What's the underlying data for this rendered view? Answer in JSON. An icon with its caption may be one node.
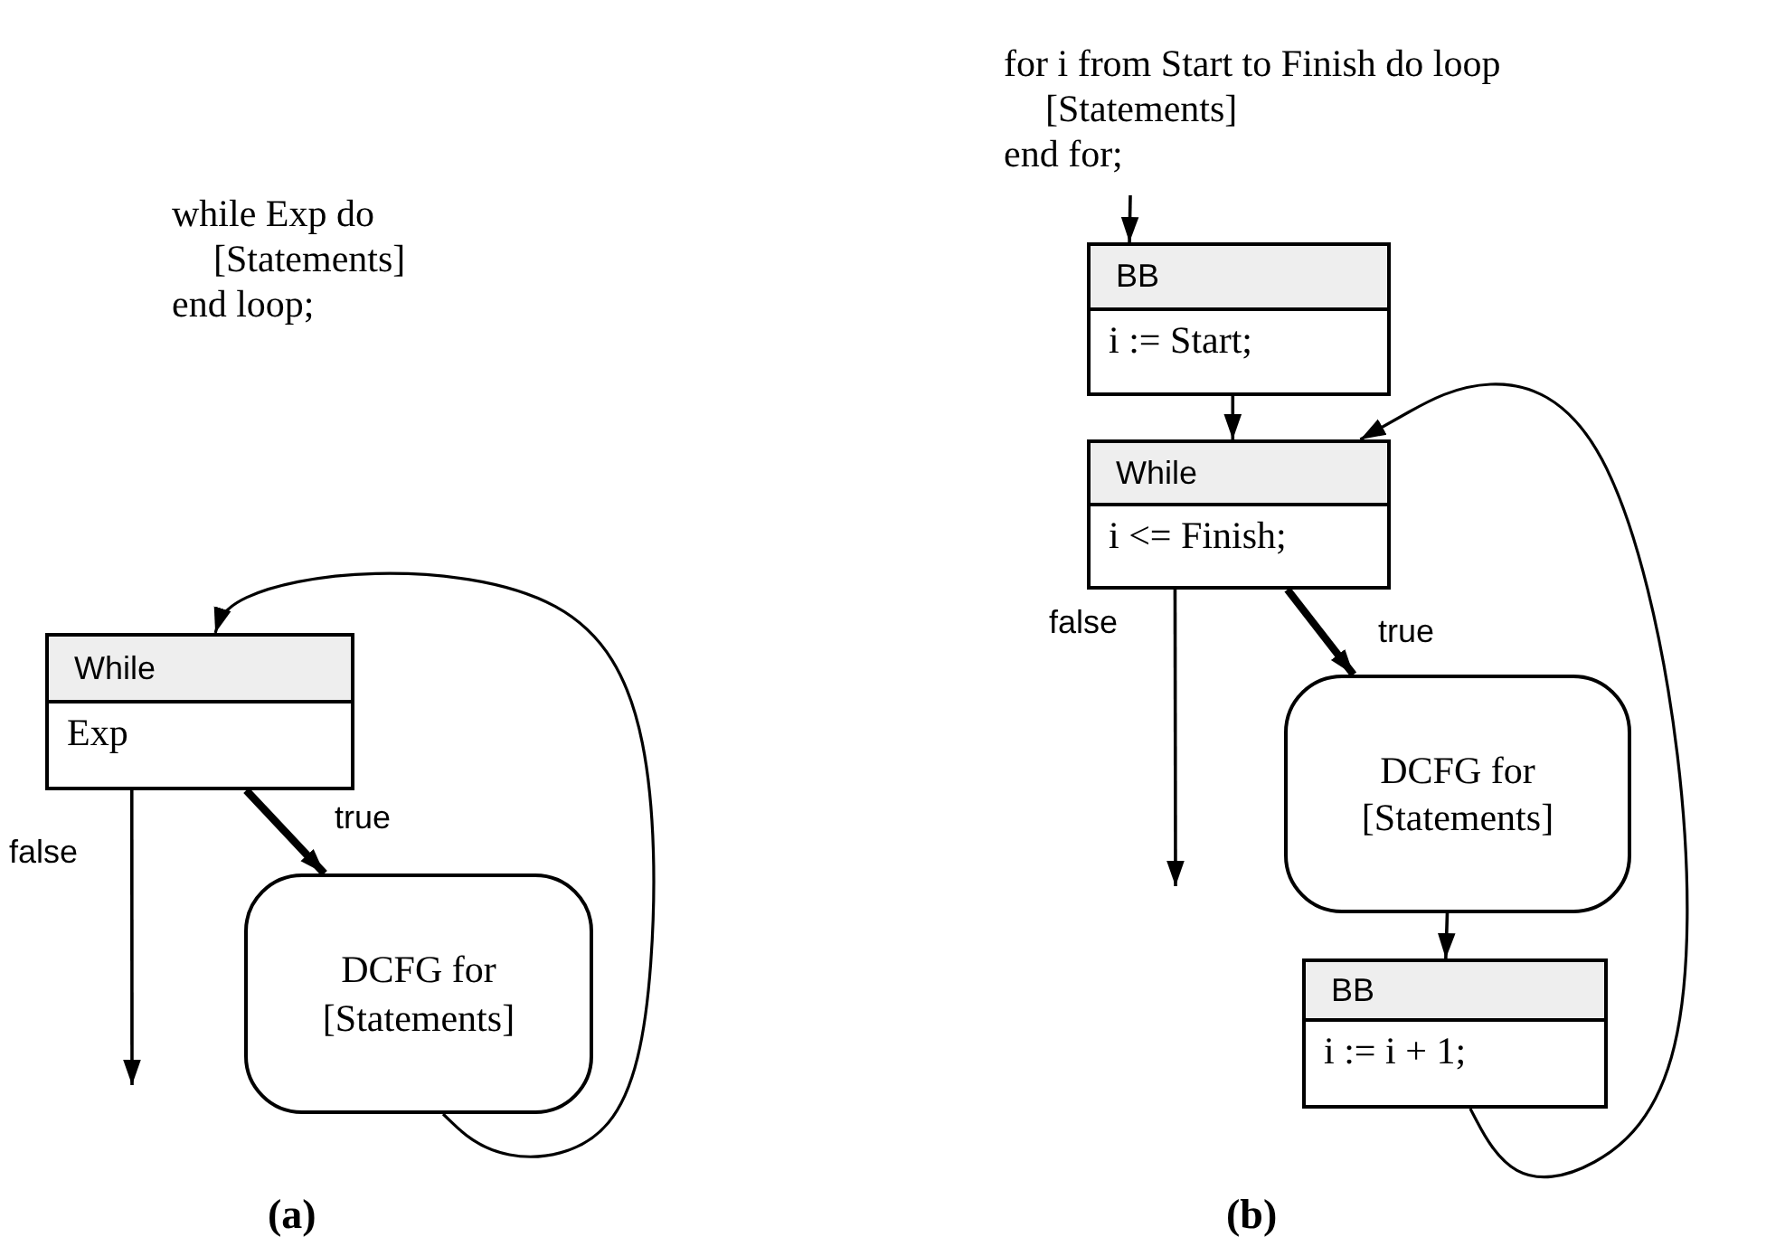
{
  "diagram": {
    "nodes": [
      {
        "text": [
          "While",
          "Exp"
        ]
      },
      {
        "text": [
          "DCFG for [Statements]"
        ]
      },
      {
        "text": [
          "BB",
          "i := Start;"
        ]
      },
      {
        "text": [
          "While",
          "i <= Finish;"
        ]
      },
      {
        "text": [
          "DCFG for [Statements]"
        ]
      },
      {
        "text": [
          "BB",
          "i := i + 1;"
        ]
      }
    ],
    "edges": [
      {
        "from": 0,
        "to": 1,
        "arrow": "to",
        "label": "true",
        "style": "thick"
      },
      {
        "from": 0,
        "to": null,
        "arrow": "to",
        "label": "false"
      },
      {
        "from": 1,
        "to": 0,
        "arrow": "to"
      },
      {
        "from": null,
        "to": 2,
        "arrow": "to"
      },
      {
        "from": 2,
        "to": 3,
        "arrow": "to"
      },
      {
        "from": 3,
        "to": 4,
        "arrow": "to",
        "label": "true",
        "style": "thick"
      },
      {
        "from": 3,
        "to": null,
        "arrow": "to",
        "label": "false"
      },
      {
        "from": 4,
        "to": 5,
        "arrow": "to"
      },
      {
        "from": 5,
        "to": 3,
        "arrow": "to"
      }
    ],
    "labels": [
      "while Exp do",
      "[Statements]",
      "end loop;",
      "for i from Start to Finish do loop",
      "[Statements]",
      "end for;",
      "(a)",
      "(b)"
    ]
  }
}
